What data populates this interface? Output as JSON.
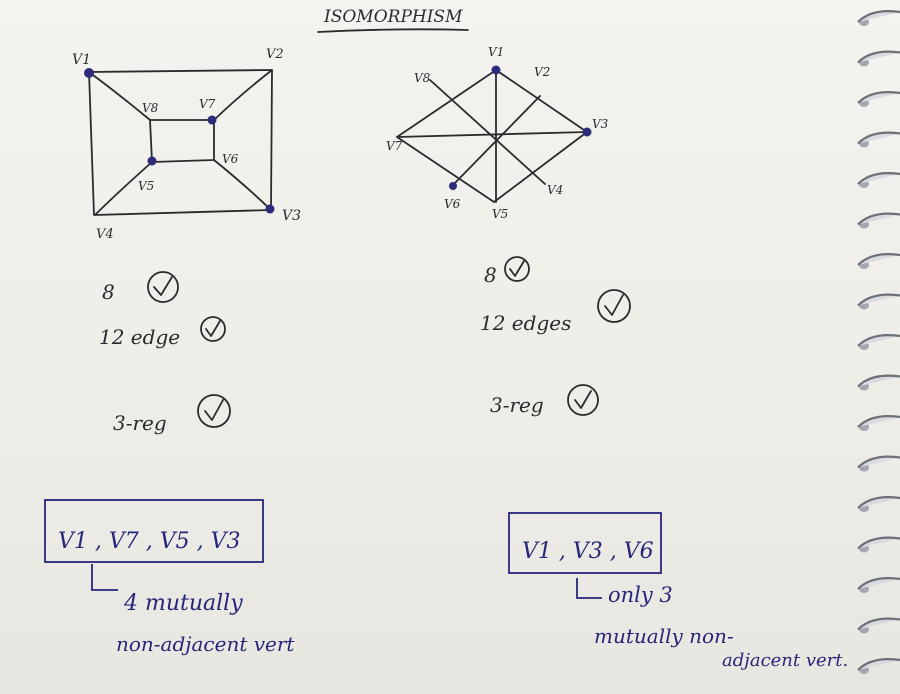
{
  "title": "ISOMORPHISM",
  "graph_left": {
    "vertex_labels": [
      "V1",
      "V2",
      "V3",
      "V4",
      "V5",
      "V6",
      "V7",
      "V8"
    ],
    "vertices_count": "8",
    "edges_count": "12 edge",
    "regularity": "3-reg",
    "set_box": "V1 , V7 , V5 , V3",
    "note_line1": "4 mutually",
    "note_line2": "non-adjacent vert"
  },
  "graph_right": {
    "vertex_labels": [
      "V1",
      "V2",
      "V3",
      "V4",
      "V5",
      "V6",
      "V7",
      "V8"
    ],
    "vertices_count": "8",
    "edges_count": "12 edges",
    "regularity": "3-reg",
    "set_box": "V1 , V3 , V6",
    "note_line1": "only 3",
    "note_line2": "mutually non-",
    "note_line3": "adjacent vert."
  },
  "colors": {
    "paper": "#f2f1ec",
    "pencil": "#2b2b2e",
    "ink_blue": "#26267a"
  },
  "checkmark_icon": "circled-check"
}
